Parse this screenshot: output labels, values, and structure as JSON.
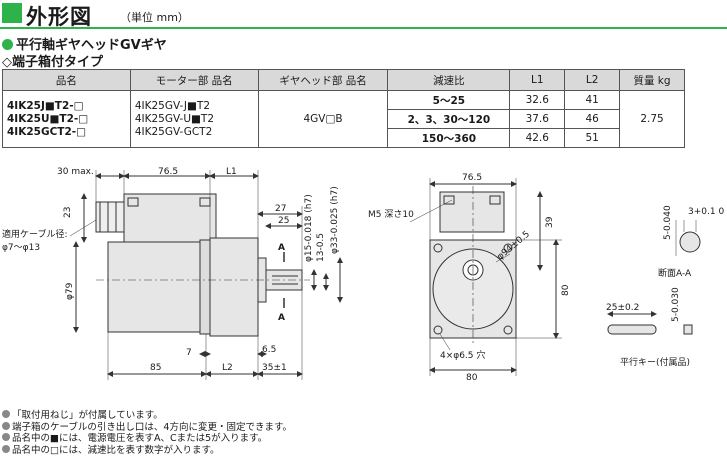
{
  "header": {
    "title": "外形図",
    "unit": "（単位 mm）",
    "subtitle": "平行軸ギヤヘッドGVギヤ",
    "subtitle2": "◇端子箱付タイプ"
  },
  "table": {
    "headers": [
      "品名",
      "モーター部 品名",
      "ギヤヘッド部 品名",
      "減速比",
      "L1",
      "L2",
      "質量 kg"
    ],
    "product_names": [
      "4IK25J■T2-□",
      "4IK25U■T2-□",
      "4IK25GCT2-□"
    ],
    "motor_names": [
      "4IK25GV-J■T2",
      "4IK25GV-U■T2",
      "4IK25GV-GCT2"
    ],
    "gearhead_name": "4GV□B",
    "rows": [
      {
        "ratio": "5～25",
        "l1": "32.6",
        "l2": "41"
      },
      {
        "ratio": "2、3、30～120",
        "l1": "37.6",
        "l2": "46"
      },
      {
        "ratio": "150～360",
        "l1": "42.6",
        "l2": "51"
      }
    ],
    "mass": "2.75"
  },
  "drawing": {
    "side": {
      "dim_30max": "30 max.",
      "dim_765": "76.5",
      "dim_l1": "L1",
      "dim_23": "23",
      "cable_label1": "適用ケーブル径:",
      "cable_label2": "φ7～φ13",
      "dim_phi79": "φ79",
      "dim_27": "27",
      "dim_25": "25",
      "dim_phi15": "φ15-0.018 (h7)",
      "dim_13": "13-0.5",
      "dim_phi33": "φ33-0.025 (h7)",
      "section_a": "A",
      "dim_7": "7",
      "dim_65": "6.5",
      "dim_85": "85",
      "dim_l2": "L2",
      "dim_35": "35±1"
    },
    "front": {
      "dim_765": "76.5",
      "m5": "M5 深さ10",
      "dim_39": "39",
      "phi94": "φ94±0.5",
      "dim_80v": "80",
      "holes": "4×φ6.5 穴",
      "dim_80h": "80"
    },
    "section": {
      "tol": "3+0.1 0",
      "dim_5": "5-0.040",
      "label": "断面A-A"
    },
    "key": {
      "dim_25": "25±0.2",
      "dim_5": "5-0.030",
      "label": "平行キー(付属品)"
    }
  },
  "notes": [
    "「取付用ねじ」が付属しています。",
    "端子箱のケーブルの引き出し口は、4方向に変更・固定できます。",
    "品名中の■には、電源電圧を表すA、Cまたは5が入ります。",
    "品名中の□には、減速比を表す数字が入ります。"
  ],
  "colors": {
    "accent": "#2db34a",
    "header_bg": "#d9d9d9"
  }
}
